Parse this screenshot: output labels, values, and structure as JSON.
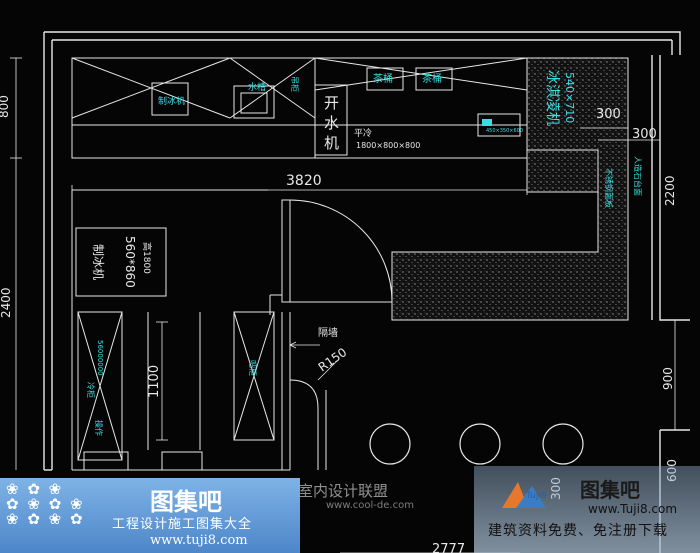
{
  "dimensions": {
    "top_width": "3820",
    "left_top": "800",
    "left_mid": "2400",
    "right_300_a": "300",
    "right_300_b": "300",
    "right_2200": "2200",
    "right_900": "900",
    "right_600": "600",
    "mid_1100": "1100",
    "bottom_2777": "2777",
    "bottom_300": "300",
    "radius": "R150"
  },
  "labels": {
    "ice_maker_top": "制冰机",
    "sink_top": "水槽",
    "small_label_top": "吊柜",
    "kaishuiji": "开水机",
    "flat_cold": "平冷",
    "flat_cold_size": "1800×800×800",
    "tea_bucket_1": "茶桶",
    "tea_bucket_2": "茶桶",
    "small_box_dims": "450×350×600",
    "ice_cream_machine": "冰淇凌机",
    "ice_cream_size": "540×710",
    "ice_maker_left": "制冰机",
    "ice_maker_left_size": "560*860",
    "ice_maker_left_height": "高1800",
    "steel_board": "不锈钢面板",
    "artificial_stone": "人造石台面",
    "partition_wall": "隔墙",
    "side_label_a": "冷柜",
    "side_label_b": "操作",
    "side_label_c": "吧柜"
  },
  "watermarks": {
    "left_title": "图集吧",
    "left_sub": "工程设计施工图集大全",
    "left_url": "www.tuji8.com",
    "mid_title": "室内设计联盟",
    "mid_url": "www.cool-de.com",
    "right_title": "图集吧",
    "right_url": "www.Tuji8.com",
    "right_tag": "建筑资料免费、免注册下载",
    "right_logo_text": "Tuji8"
  },
  "colors": {
    "background": "#050505",
    "line_white": "#e8e8e8",
    "text_cyan": "#36e0e0",
    "text_green": "#4ad04a"
  }
}
